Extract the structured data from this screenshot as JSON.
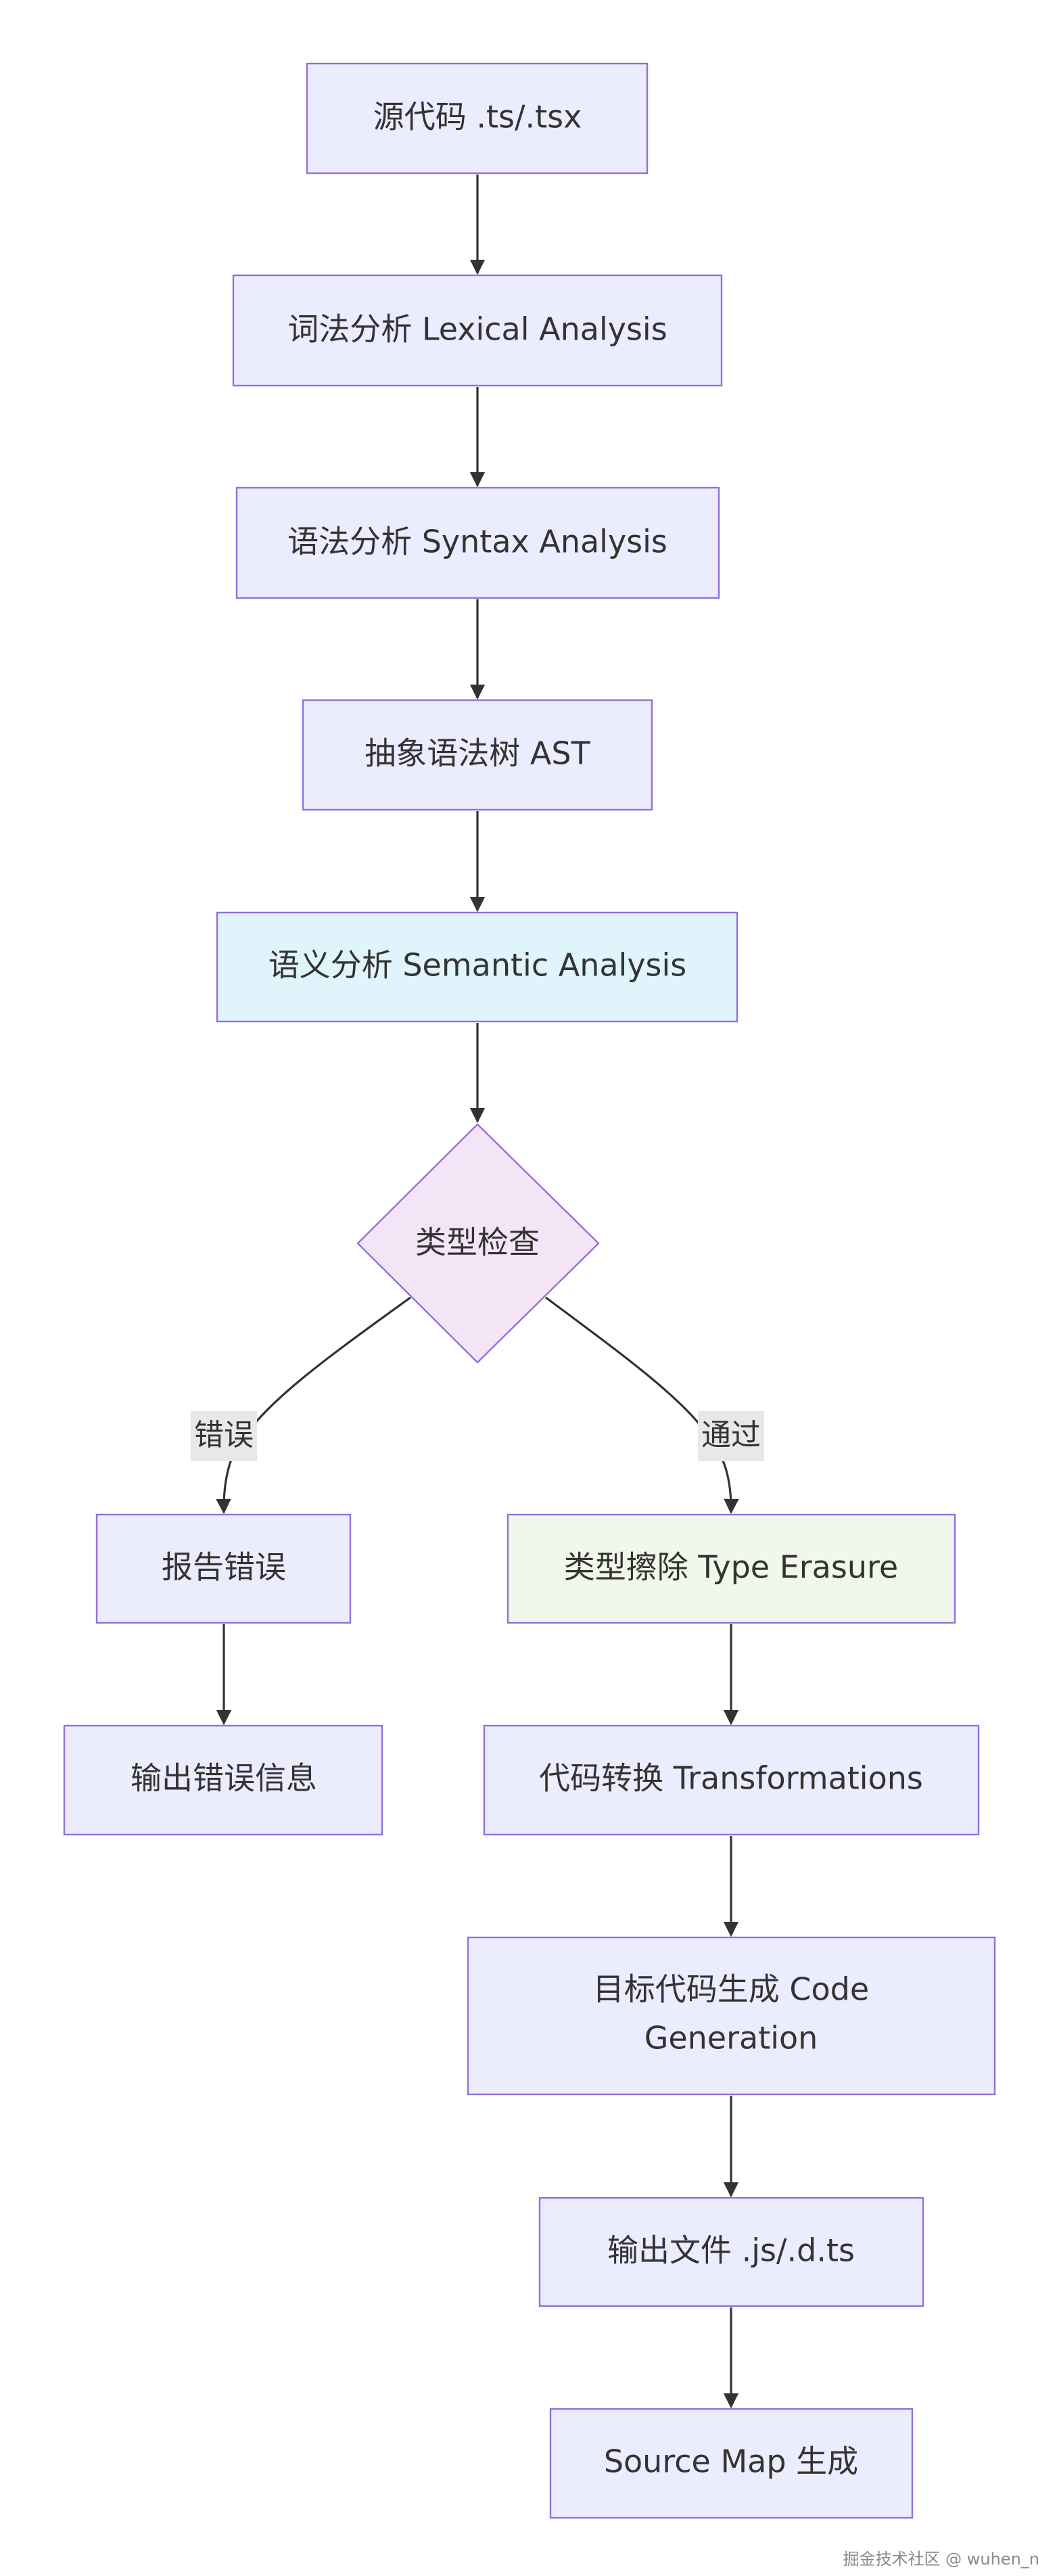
{
  "colors": {
    "default_fill": "#ececff",
    "semantic_fill": "#e0f4fb",
    "decision_fill": "#f3e5f5",
    "erasure_fill": "#f1f8e9",
    "border": "#9370db",
    "edge": "#333333",
    "label_bg": "#e8e8e8"
  },
  "nodes": {
    "source": {
      "label": "源代码 .ts/.tsx"
    },
    "lexical": {
      "label": "词法分析 Lexical Analysis"
    },
    "syntax": {
      "label": "语法分析 Syntax Analysis"
    },
    "ast": {
      "label": "抽象语法树 AST"
    },
    "semantic": {
      "label": "语义分析 Semantic Analysis"
    },
    "typecheck": {
      "label": "类型检查"
    },
    "report": {
      "label": "报告错误"
    },
    "output_error": {
      "label": "输出错误信息"
    },
    "erasure": {
      "label": "类型擦除 Type Erasure"
    },
    "transform": {
      "label": "代码转换 Transformations"
    },
    "codegen": {
      "label_line1": "目标代码生成 Code",
      "label_line2": "Generation"
    },
    "output_file": {
      "label": "输出文件 .js/.d.ts"
    },
    "sourcemap": {
      "label": "Source Map 生成"
    }
  },
  "edge_labels": {
    "error": "错误",
    "pass": "通过"
  },
  "watermark": "掘金技术社区 @ wuhen_n"
}
